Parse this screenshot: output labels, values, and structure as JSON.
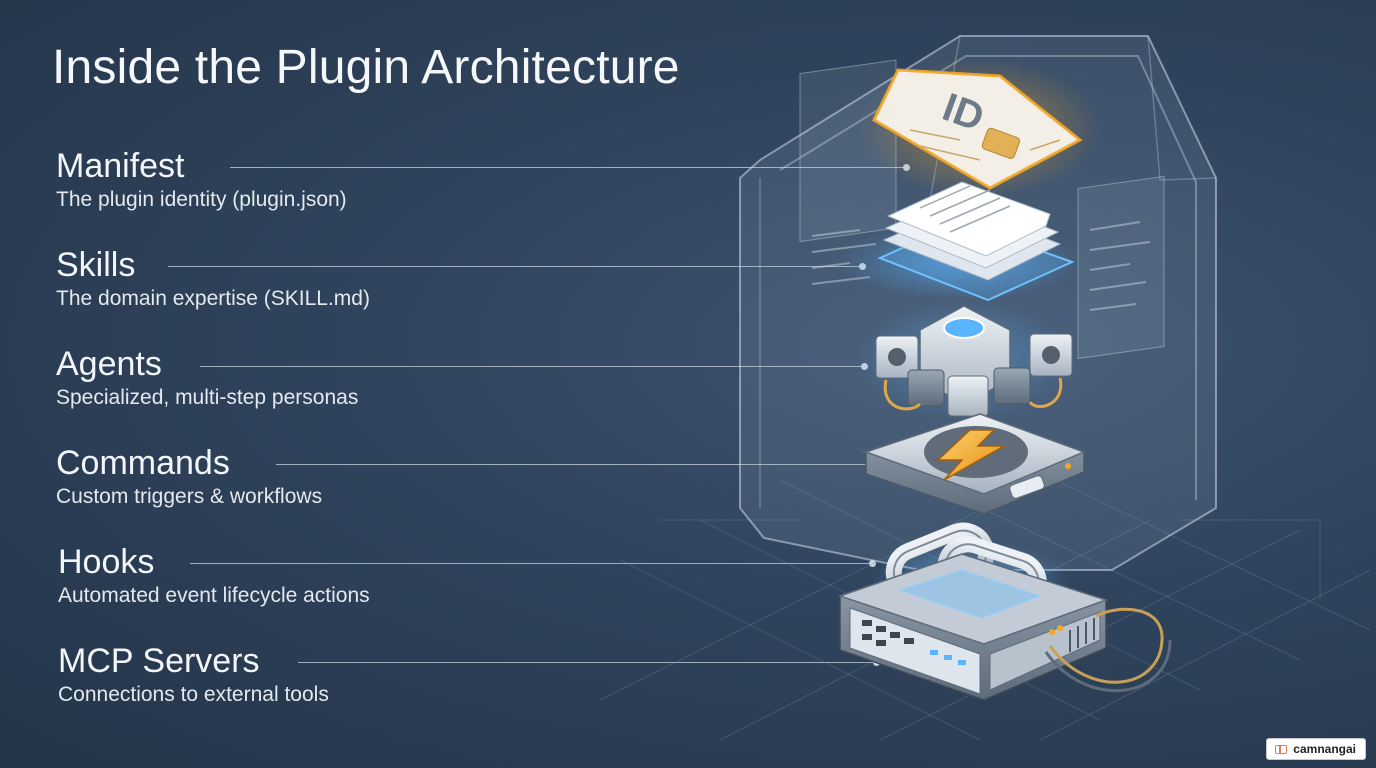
{
  "title": "Inside the Plugin Architecture",
  "layers": [
    {
      "name": "Manifest",
      "description": "The plugin identity (plugin.json)"
    },
    {
      "name": "Skills",
      "description": "The domain expertise (SKILL.md)"
    },
    {
      "name": "Agents",
      "description": "Specialized, multi-step personas"
    },
    {
      "name": "Commands",
      "description": "Custom triggers & workflows"
    },
    {
      "name": "Hooks",
      "description": "Automated event lifecycle actions"
    },
    {
      "name": "MCP Servers",
      "description": "Connections to external tools"
    }
  ],
  "id_card_label": "ID",
  "watermark": "camnangai",
  "colors": {
    "background": "#2f435c",
    "glow_orange": "#f5a623",
    "glow_blue": "#5ab4ff",
    "text": "#f3f6f9",
    "bolt": "#f2b134"
  }
}
